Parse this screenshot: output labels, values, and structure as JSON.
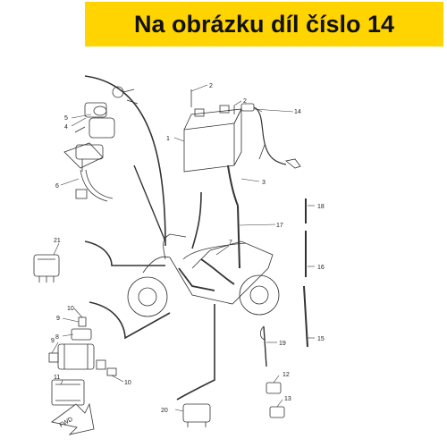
{
  "banner": {
    "text": "Na obrázku díl číslo 14",
    "color": "#ffd400"
  },
  "callouts": [
    "1",
    "2",
    "2",
    "3",
    "4",
    "5",
    "6",
    "7",
    "8",
    "9",
    "9",
    "10",
    "10",
    "11",
    "12",
    "13",
    "14",
    "15",
    "16",
    "17",
    "18",
    "19",
    "20",
    "21"
  ],
  "fwd_label": "FWD"
}
